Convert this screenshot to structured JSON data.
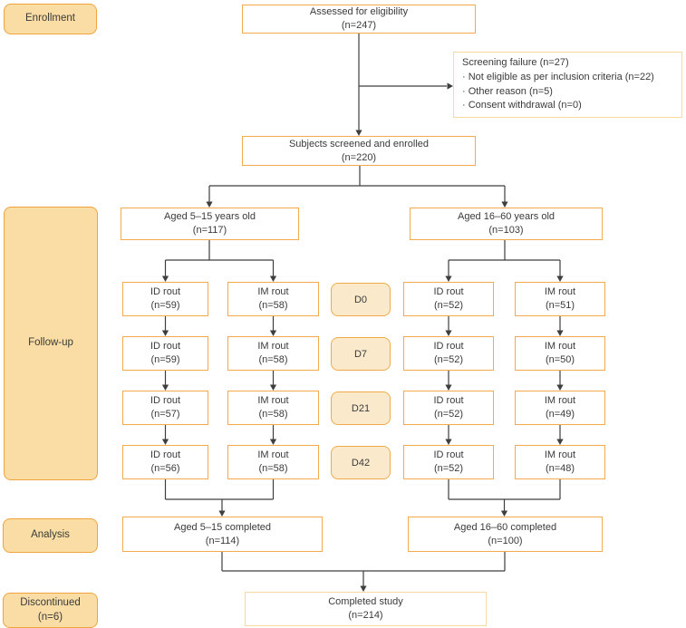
{
  "palette": {
    "stage_fill": "#f9dda4",
    "stage_border": "#efa43e",
    "timepoint_fill": "#faeacb",
    "box_border": "#f4a94a",
    "box_border_light": "#f8d9a2",
    "connector_line": "#3e3e3e",
    "text": "#3a3a3a"
  },
  "stages": {
    "enrollment": "Enrollment",
    "followup": "Follow-up",
    "analysis": "Analysis",
    "discontinued": {
      "line1": "Discontinued",
      "line2": "(n=6)"
    }
  },
  "flow": {
    "assessed": {
      "line1": "Assessed for eligibility",
      "line2": "(n=247)"
    },
    "screening_failure": {
      "title": "Screening failure (n=27)",
      "items": [
        "· Not eligible as per inclusion criteria (n=22)",
        "· Other reason (n=5)",
        "· Consent withdrawal (n=0)"
      ]
    },
    "subjects": {
      "line1": "Subjects screened and enrolled",
      "line2": "(n=220)"
    },
    "arm_young": {
      "line1": "Aged 5–15 years old",
      "line2": "(n=117)"
    },
    "arm_adult": {
      "line1": "Aged 16–60 years old",
      "line2": "(n=103)"
    },
    "completed_young": {
      "line1": "Aged 5–15 completed",
      "line2": "(n=114)"
    },
    "completed_adult": {
      "line1": "Aged 16–60 completed",
      "line2": "(n=100)"
    },
    "completed_study": {
      "line1": "Completed study",
      "line2": "(n=214)"
    }
  },
  "followup_rows": [
    {
      "timepoint": "D0",
      "young_id": {
        "line1": "ID rout",
        "line2": "(n=59)"
      },
      "young_im": {
        "line1": "IM rout",
        "line2": "(n=58)"
      },
      "adult_id": {
        "line1": "ID rout",
        "line2": "(n=52)"
      },
      "adult_im": {
        "line1": "IM rout",
        "line2": "(n=51)"
      }
    },
    {
      "timepoint": "D7",
      "young_id": {
        "line1": "ID rout",
        "line2": "(n=59)"
      },
      "young_im": {
        "line1": "IM rout",
        "line2": "(n=58)"
      },
      "adult_id": {
        "line1": "ID rout",
        "line2": "(n=52)"
      },
      "adult_im": {
        "line1": "IM rout",
        "line2": "(n=50)"
      }
    },
    {
      "timepoint": "D21",
      "young_id": {
        "line1": "ID rout",
        "line2": "(n=57)"
      },
      "young_im": {
        "line1": "IM rout",
        "line2": "(n=58)"
      },
      "adult_id": {
        "line1": "ID rout",
        "line2": "(n=52)"
      },
      "adult_im": {
        "line1": "IM rout",
        "line2": "(n=49)"
      }
    },
    {
      "timepoint": "D42",
      "young_id": {
        "line1": "ID rout",
        "line2": "(n=56)"
      },
      "young_im": {
        "line1": "IM rout",
        "line2": "(n=58)"
      },
      "adult_id": {
        "line1": "ID rout",
        "line2": "(n=52)"
      },
      "adult_im": {
        "line1": "IM rout",
        "line2": "(n=48)"
      }
    }
  ]
}
